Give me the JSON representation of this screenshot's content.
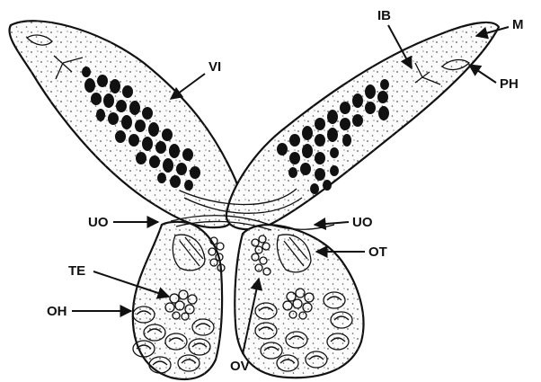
{
  "labels": {
    "vi": "VI",
    "ib": "IB",
    "m": "M",
    "ph": "PH",
    "uo_left": "UO",
    "uo_right": "UO",
    "ot": "OT",
    "te": "TE",
    "oh": "OH",
    "ov": "OV"
  },
  "colors": {
    "ink": "#111111",
    "fill": "#fbfbfb",
    "stipple": "#555555"
  }
}
